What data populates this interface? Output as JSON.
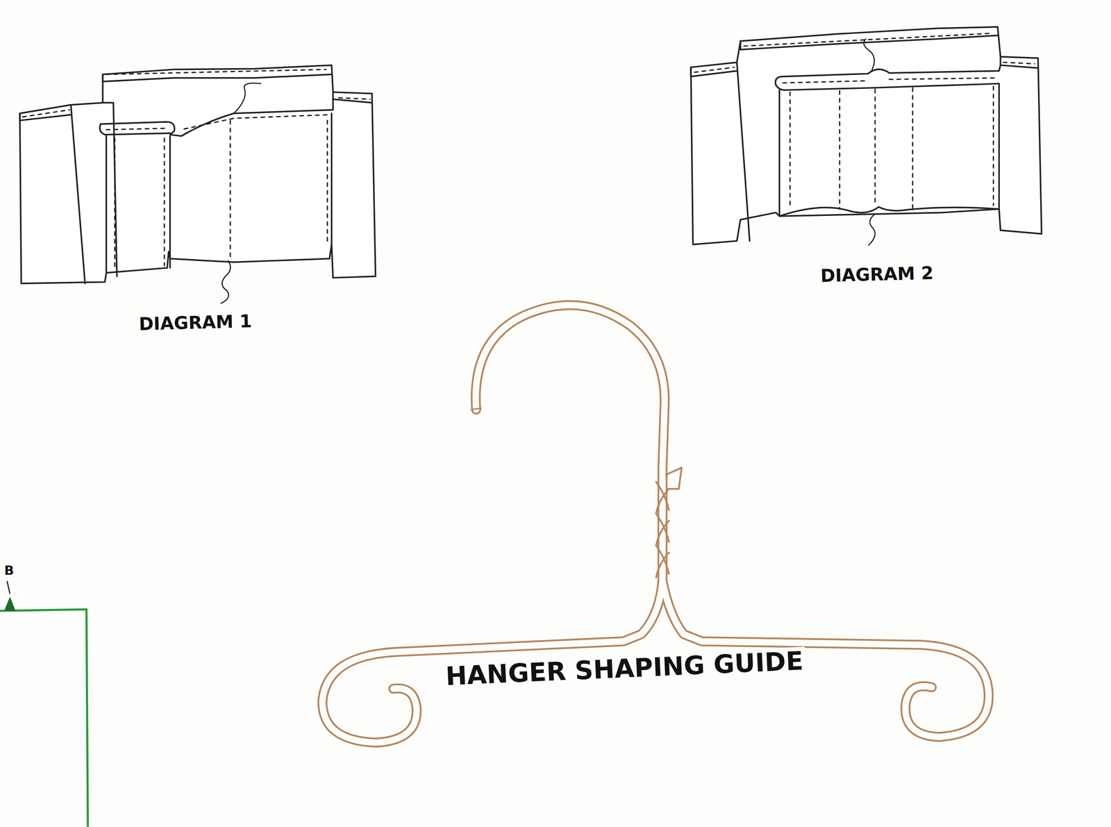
{
  "diagram": {
    "labels": [
      "DIAGRAM 1",
      "DIAGRAM 2",
      "HANGER SHAPING GUIDE",
      "B"
    ]
  }
}
